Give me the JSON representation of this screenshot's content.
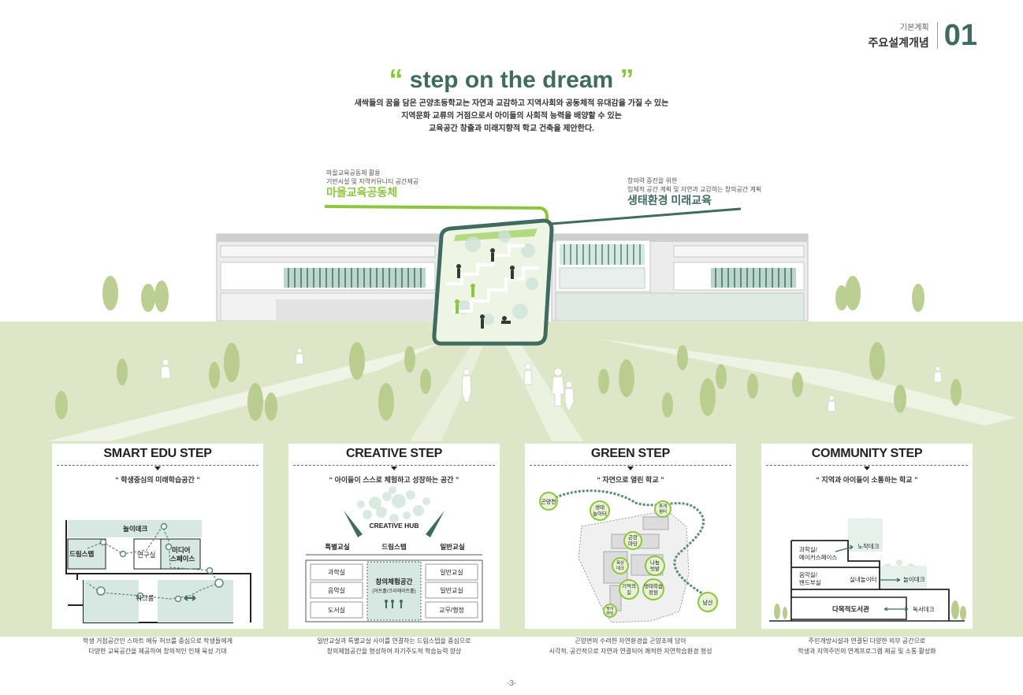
{
  "header": {
    "category": "기본계획",
    "title": "주요설계개념",
    "number": "01"
  },
  "main_title": {
    "open_quote": "“",
    "text": "step on the dream",
    "close_quote": "”"
  },
  "intro_lines": [
    "새싹들의 꿈을 담은 곤양초등학교는 자연과 교감하고 지역사회와 공동체적 유대감을 가질 수 있는",
    "지역문화 교류의 거점으로서 아이들의 사회적 능력을 배양할 수 있는",
    "교육공간 창출과 미래지향적 학교 건축을 제안한다."
  ],
  "callout_left": {
    "line1": "마을교육공동체 활용",
    "line2": "기반시설 및 지역커뮤니티 공간제공",
    "title": "마을교육공동체"
  },
  "callout_right": {
    "line1": "창의력 증진을 위한",
    "line2": "입체적 공간 계획 및 자연과 교감하는 창의공간 계획",
    "title": "생태환경 미래교육"
  },
  "cards": [
    {
      "title": "SMART EDU STEP",
      "subtitle": "“ 학생중심의 미래학습공간 ”",
      "labels": {
        "a": "놀이데크",
        "b": "드림스텝",
        "c": "연구실",
        "d": "미디어\n스페이스",
        "d1": "미디어",
        "d2": "스페이스",
        "e": "워크룸"
      },
      "desc1": "학생 거점공간인 스마트 에듀 허브를 중심으로 학생들에게",
      "desc2": "다양한 교육공간을 제공하여 창의적인 인재 육성 기대"
    },
    {
      "title": "CREATIVE STEP",
      "subtitle": "“ 아이들이 스스로 체험하고 성장하는 공간 ”",
      "labels": {
        "hub": "CREATIVE HUB",
        "col1": "특별교실",
        "col2": "드림스텝",
        "col3": "일반교실",
        "r1": "과학실",
        "r2": "음악실",
        "r3": "도서실",
        "center1": "창의체험공간",
        "center2": "(아트홀/크리에이트홀)",
        "g1": "일반교실",
        "g2": "일반교실",
        "g3": "교무/행정"
      },
      "desc1": "일반교실과 특별교실 사이를 연결하는 드림스텝을 중심으로",
      "desc2": "창의체험공간을 형성하여 자기주도적 학습능력 향상"
    },
    {
      "title": "GREEN STEP",
      "subtitle": "“ 자연으로 열린 학교 ”",
      "labels": {
        "a": "곤양천",
        "b1": "생태",
        "b2": "놀이터",
        "c1": "휴게",
        "c2": "쉼터",
        "d1": "곤양",
        "d2": "마당",
        "e1": "옥상",
        "e2": "데크",
        "f1": "나눔",
        "f2": "텃밭",
        "g1": "기억의",
        "g2": "길",
        "h1": "생태학습",
        "h2": "정원",
        "i1": "맞이",
        "i2": "마당",
        "j": "남산"
      },
      "desc1": "곤양면의 수려한 자연환경을 곤양초에 담아",
      "desc2": "시각적, 공간적으로 자연과 연결되어 쾌적한 자연학습환경 형성"
    },
    {
      "title": "COMMUNITY STEP",
      "subtitle": "“ 지역과 아이들이 소통하는 학교 ”",
      "labels": {
        "a1": "과학실/",
        "a2": "메이커스페이스",
        "b": "노작데크",
        "c1": "음악실/",
        "c2": "밴드부실",
        "d": "실내놀이터",
        "e": "놀이데크",
        "f": "다목적도서관",
        "g": "독서데크"
      },
      "desc1": "주민개방시설과 연결된 다양한 외부 공간으로",
      "desc2": "학생과 지역주민의 연계프로그램 제공 및 소통 활성화"
    }
  ],
  "page_number": "-3-",
  "colors": {
    "accent_green": "#8cc63f",
    "dark_teal": "#3f6b61",
    "mint": "#cfe3da",
    "ground": "#dce6c6"
  }
}
